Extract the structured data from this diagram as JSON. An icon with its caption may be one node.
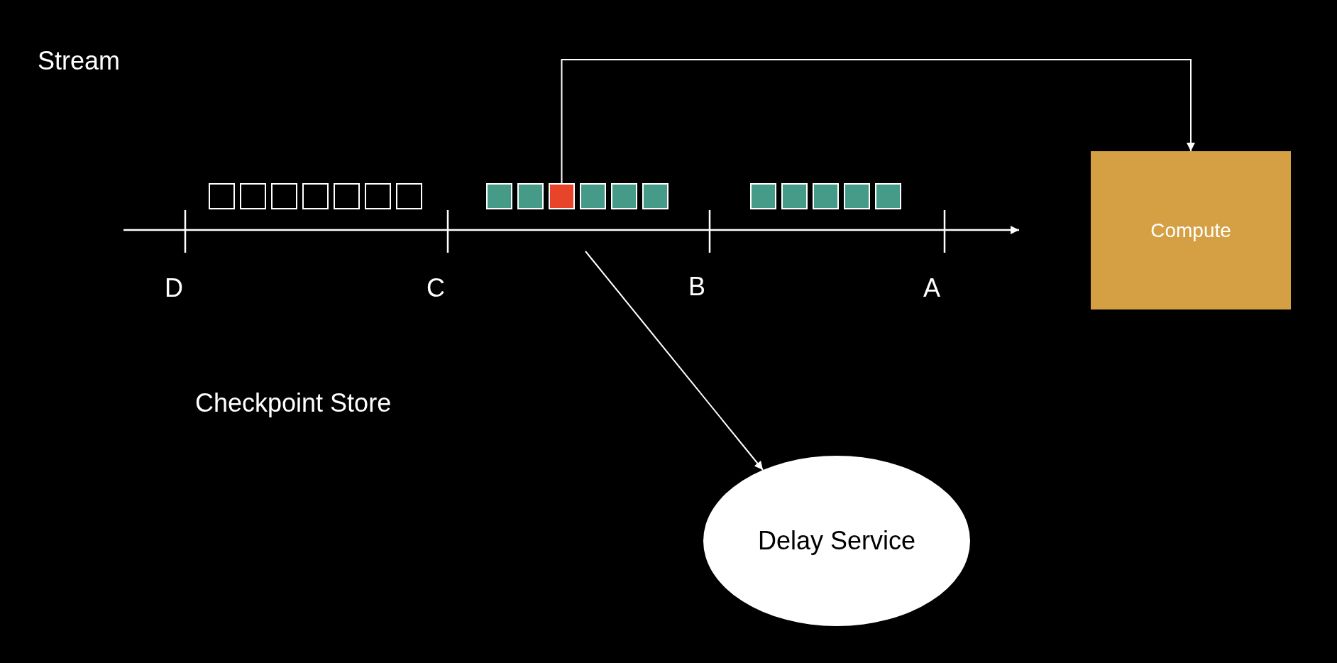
{
  "diagram": {
    "nodes": [
      {
        "text": [],
        "shape": "box"
      },
      {
        "text": [],
        "shape": "box"
      },
      {
        "text": [],
        "shape": "box"
      },
      {
        "text": [],
        "shape": "box"
      },
      {
        "text": [],
        "shape": "box"
      },
      {
        "text": [],
        "shape": "box"
      },
      {
        "text": [],
        "shape": "box"
      },
      {
        "text": [],
        "shape": "box"
      },
      {
        "text": [],
        "shape": "box"
      },
      {
        "text": [],
        "shape": "box"
      },
      {
        "text": [],
        "shape": "box"
      },
      {
        "text": [],
        "shape": "box"
      },
      {
        "text": [],
        "shape": "box"
      },
      {
        "text": [],
        "shape": "box"
      },
      {
        "text": [],
        "shape": "box"
      },
      {
        "text": [],
        "shape": "box"
      },
      {
        "text": [],
        "shape": "box"
      },
      {
        "text": [],
        "shape": "box"
      },
      {
        "text": [
          "Compute"
        ]
      },
      {
        "text": [
          "Delay Service"
        ]
      }
    ],
    "edges": [
      {
        "from": 9,
        "to": 18,
        "arrow": "to"
      },
      {
        "from": null,
        "to": 19,
        "arrow": "to"
      }
    ],
    "labels": [
      "Stream",
      "D",
      "C",
      "B",
      "A",
      "Checkpoint Store"
    ]
  }
}
